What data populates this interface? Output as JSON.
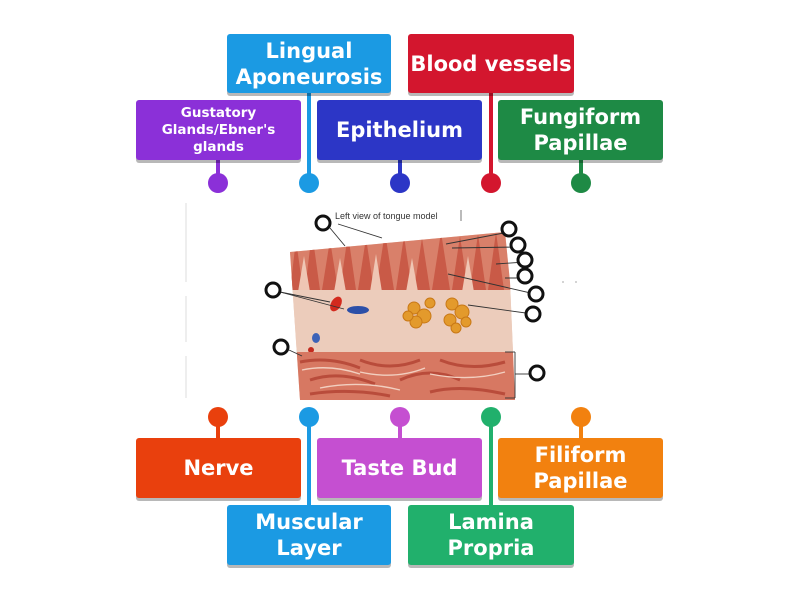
{
  "colors": {
    "purple": "#8b30d8",
    "cyan": "#1b9ae3",
    "indigo": "#2c36c6",
    "red": "#d3162e",
    "green": "#1e8a45",
    "orange_red": "#e9400d",
    "magenta": "#c54fd1",
    "teal": "#21b06c",
    "orange": "#f2810f"
  },
  "labels": {
    "lingual_aponeurosis": "Lingual Aponeurosis",
    "blood_vessels": "Blood vessels",
    "gustatory_glands": "Gustatory Glands/Ebner's glands",
    "epithelium": "Epithelium",
    "fungiform_papillae": "Fungiform Papillae",
    "nerve": "Nerve",
    "taste_bud": "Taste Bud",
    "filiform_papillae": "Filiform Papillae",
    "muscular_layer": "Muscular Layer",
    "lamina_propria": "Lamina Propria"
  },
  "image": {
    "caption": "Left view of tongue model"
  }
}
